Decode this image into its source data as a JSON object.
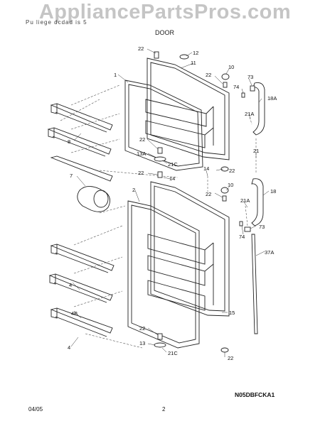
{
  "header": {
    "watermark": "AppliancePartsPros.com",
    "subtitle": "Pu liege dcdad is 5",
    "section_title": "DOOR"
  },
  "diagram": {
    "code": "N05DBFCKA1",
    "callouts": [
      {
        "id": "c-22-top-hinge",
        "text": "22"
      },
      {
        "id": "c-12",
        "text": "12"
      },
      {
        "id": "c-11",
        "text": "11"
      },
      {
        "id": "c-10",
        "text": "10"
      },
      {
        "id": "c-22-upper-right",
        "text": "22"
      },
      {
        "id": "c-73-upper",
        "text": "73"
      },
      {
        "id": "c-74-upper",
        "text": "74"
      },
      {
        "id": "c-18a",
        "text": "18A"
      },
      {
        "id": "c-1",
        "text": "1"
      },
      {
        "id": "c-21a-upper",
        "text": "21A"
      },
      {
        "id": "c-8",
        "text": "8"
      },
      {
        "id": "c-22-mid-left",
        "text": "22"
      },
      {
        "id": "c-13a",
        "text": "13A"
      },
      {
        "id": "c-21c-upper",
        "text": "21C"
      },
      {
        "id": "c-21",
        "text": "21"
      },
      {
        "id": "c-22-upper-bottom",
        "text": "22"
      },
      {
        "id": "c-7",
        "text": "7"
      },
      {
        "id": "c-22-center",
        "text": "22"
      },
      {
        "id": "c-14-center",
        "text": "14"
      },
      {
        "id": "c-14-right",
        "text": "14"
      },
      {
        "id": "c-2",
        "text": "2"
      },
      {
        "id": "c-10-lower",
        "text": "10"
      },
      {
        "id": "c-22-lower-right",
        "text": "22"
      },
      {
        "id": "c-18",
        "text": "18"
      },
      {
        "id": "c-21a-lower",
        "text": "21A"
      },
      {
        "id": "c-73-lower",
        "text": "73"
      },
      {
        "id": "c-74-lower",
        "text": "74"
      },
      {
        "id": "c-37a",
        "text": "37A"
      },
      {
        "id": "c-4-upper",
        "text": "4"
      },
      {
        "id": "c-4b",
        "text": "4B"
      },
      {
        "id": "c-15",
        "text": "15"
      },
      {
        "id": "c-4-lower",
        "text": "4"
      },
      {
        "id": "c-22-bottom-left",
        "text": "22"
      },
      {
        "id": "c-13",
        "text": "13"
      },
      {
        "id": "c-21c-lower",
        "text": "21C"
      },
      {
        "id": "c-22-bottom-right",
        "text": "22"
      }
    ]
  },
  "footer": {
    "date": "04/05",
    "page": "2"
  }
}
